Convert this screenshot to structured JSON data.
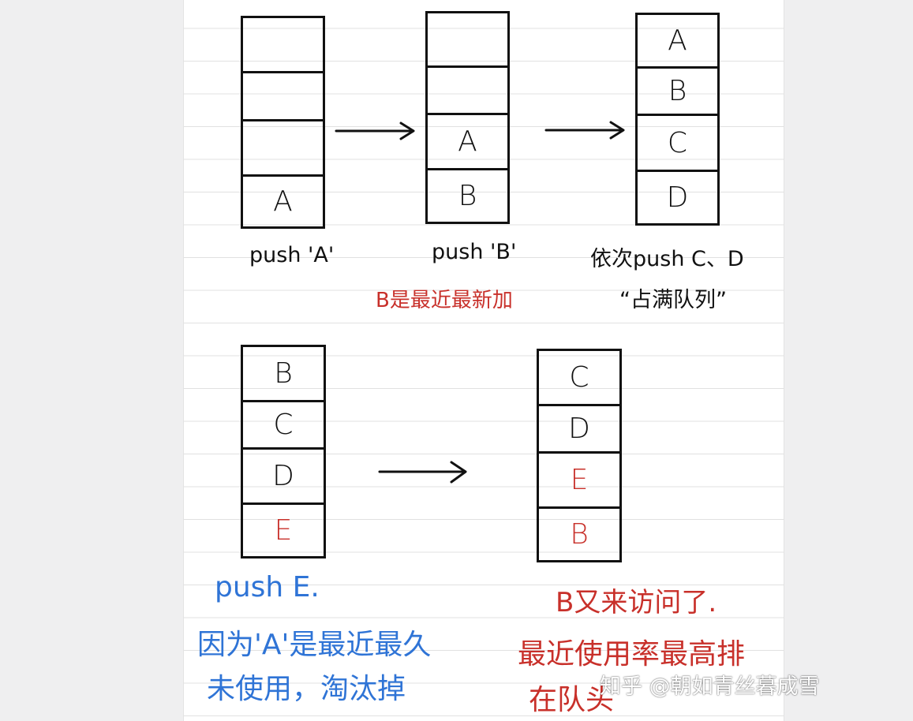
{
  "colors": {
    "ink": "#111111",
    "red_ink": "#c8302a",
    "blue_ink": "#2f74d6",
    "paper": "#ffffff",
    "background": "#efeff0",
    "rule_line": "#e1e1e1"
  },
  "stack1": {
    "cells": [
      "",
      "",
      "",
      "A"
    ],
    "caption": "push 'A'"
  },
  "stack2": {
    "cells": [
      "",
      "",
      "A",
      "B"
    ],
    "caption": "push 'B'",
    "note": "B是最近最新加"
  },
  "stack3": {
    "cells": [
      "A",
      "B",
      "C",
      "D"
    ],
    "caption_line1": "依次push C、D",
    "caption_line2": "“占满队列”"
  },
  "stack4": {
    "cells": [
      "B",
      "C",
      "D",
      "E"
    ],
    "red_cells": [
      3
    ]
  },
  "stack5": {
    "cells": [
      "C",
      "D",
      "E",
      "B"
    ],
    "red_cells": [
      2,
      3
    ]
  },
  "notes": {
    "blue_line1": "push E.",
    "blue_line2": "因为'A'是最近最久",
    "blue_line3": "未使用，淘汰掉",
    "red_line1": "B又来访问了.",
    "red_line2": "最近使用率最高排",
    "red_line3": "在队头"
  },
  "watermark": "知乎 @朝如青丝暮成雪"
}
